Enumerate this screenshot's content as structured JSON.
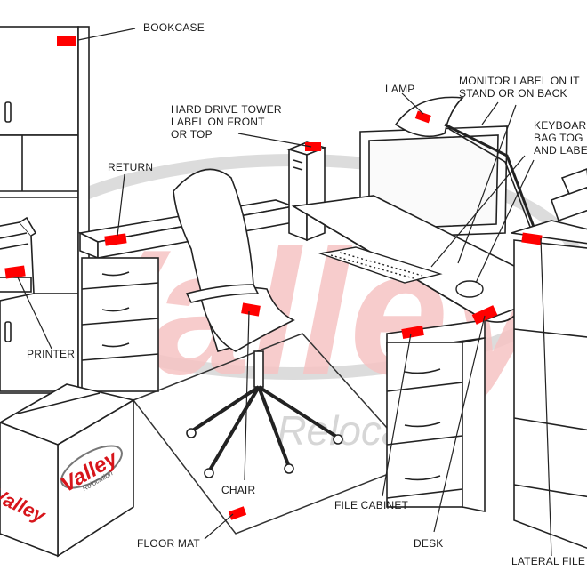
{
  "watermark": {
    "brand": "Valley",
    "sub": "Relocation"
  },
  "box_logo": {
    "brand": "Valley",
    "sub": "Relocation"
  },
  "labels": {
    "bookcase": "BOOKCASE",
    "hard_drive_tower": "HARD DRIVE TOWER\nLABEL ON FRONT\nOR TOP",
    "return": "RETURN",
    "lamp": "LAMP",
    "monitor": "MONITOR LABEL ON IT\nSTAND OR ON BACK",
    "keyboard": "KEYBOAR\nBAG TOG\nAND LABE",
    "printer": "PRINTER",
    "chair": "CHAIR",
    "file_cabinet": "FILE CABINET",
    "floor_mat": "FLOOR MAT",
    "desk": "DESK",
    "lateral_file": "LATERAL FILE"
  },
  "colors": {
    "sticker": "#ff0000",
    "line": "#222222",
    "watermark": "#f4b8b8",
    "watermark_grey": "#d9d9d9",
    "logo_red": "#d7151b"
  }
}
